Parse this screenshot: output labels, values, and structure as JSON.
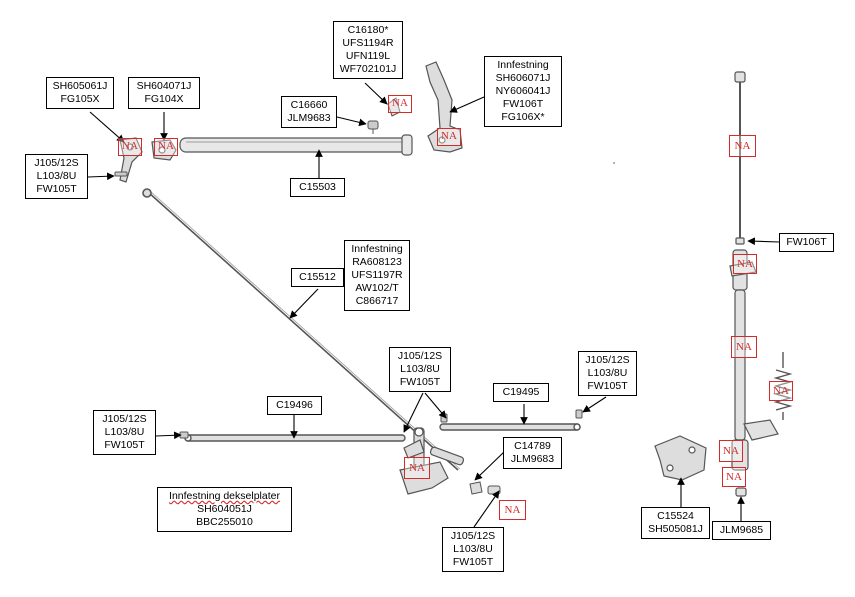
{
  "labels": {
    "sh605061j": [
      "SH605061J",
      "FG105X"
    ],
    "sh604071j": [
      "SH604071J",
      "FG104X"
    ],
    "c16180": [
      "C16180*",
      "UFS1194R",
      "UFN119L",
      "WF702101J"
    ],
    "innfestning_top": [
      "Innfestning",
      "SH606071J",
      "NY606041J",
      "FW106T",
      "FG106X*"
    ],
    "c16660": [
      "C16660",
      "JLM9683"
    ],
    "j105_left_top": [
      "J105/12S",
      "L103/8U",
      "FW105T"
    ],
    "c15503": [
      "C15503"
    ],
    "c15512": [
      "C15512"
    ],
    "innfestning_mid": [
      "Innfestning",
      "RA608123",
      "UFS1197R",
      "AW102/T",
      "C866717"
    ],
    "j105_mid": [
      "J105/12S",
      "L103/8U",
      "FW105T"
    ],
    "j105_right": [
      "J105/12S",
      "L103/8U",
      "FW105T"
    ],
    "c19495": [
      "C19495"
    ],
    "c19496": [
      "C19496"
    ],
    "j105_left_mid": [
      "J105/12S",
      "L103/8U",
      "FW105T"
    ],
    "c14789": [
      "C14789",
      "JLM9683"
    ],
    "innfestning_deksel": [
      "Innfestning dekselplater",
      "SH604051J",
      "BBC255010"
    ],
    "j105_bottom": [
      "J105/12S",
      "L103/8U",
      "FW105T"
    ],
    "fw106t": [
      "FW106T"
    ],
    "c15524": [
      "C15524",
      "SH505081J"
    ],
    "jlm9685": [
      "JLM9685"
    ]
  },
  "na_text": "NA",
  "colors": {
    "line": "#000000",
    "na": "#d42a2a",
    "part": "#6e6e6e"
  }
}
